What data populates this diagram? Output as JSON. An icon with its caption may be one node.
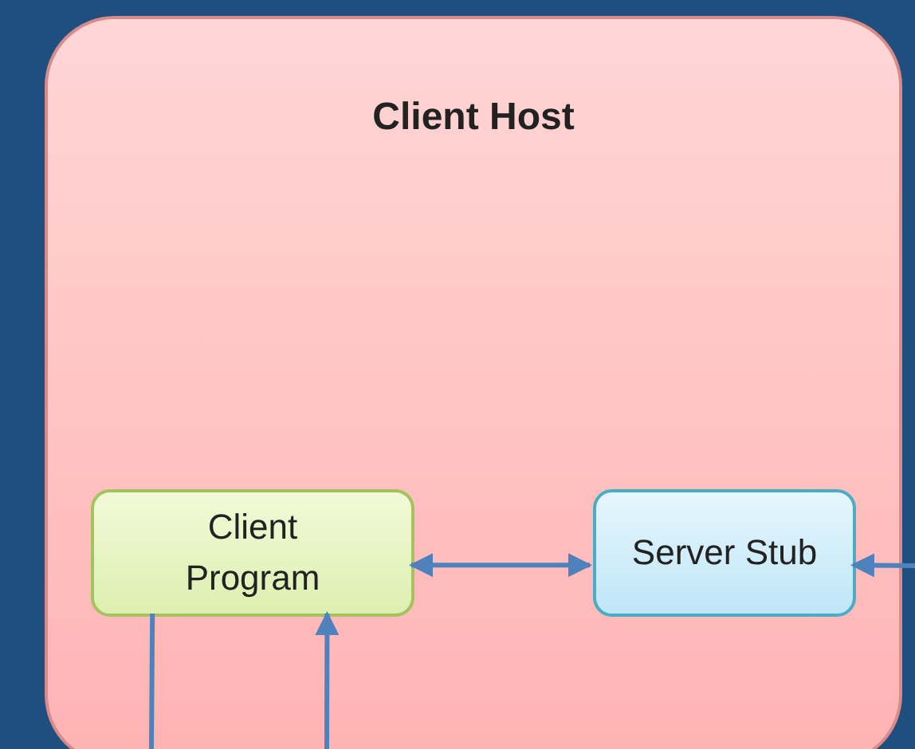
{
  "diagram": {
    "nodes": [
      {
        "text": [
          "Client Host"
        ]
      },
      {
        "text": [
          "Client Program"
        ],
        "in": 0
      },
      {
        "text": [
          "Server Stub"
        ],
        "in": 0
      }
    ],
    "edges": [
      {
        "from": 1,
        "to": 2,
        "arrow": "both"
      },
      {
        "from": null,
        "to": 2,
        "arrow": "to"
      },
      {
        "from": 1,
        "to": null,
        "arrow": "none"
      },
      {
        "from": null,
        "to": 1,
        "arrow": "to"
      }
    ]
  }
}
